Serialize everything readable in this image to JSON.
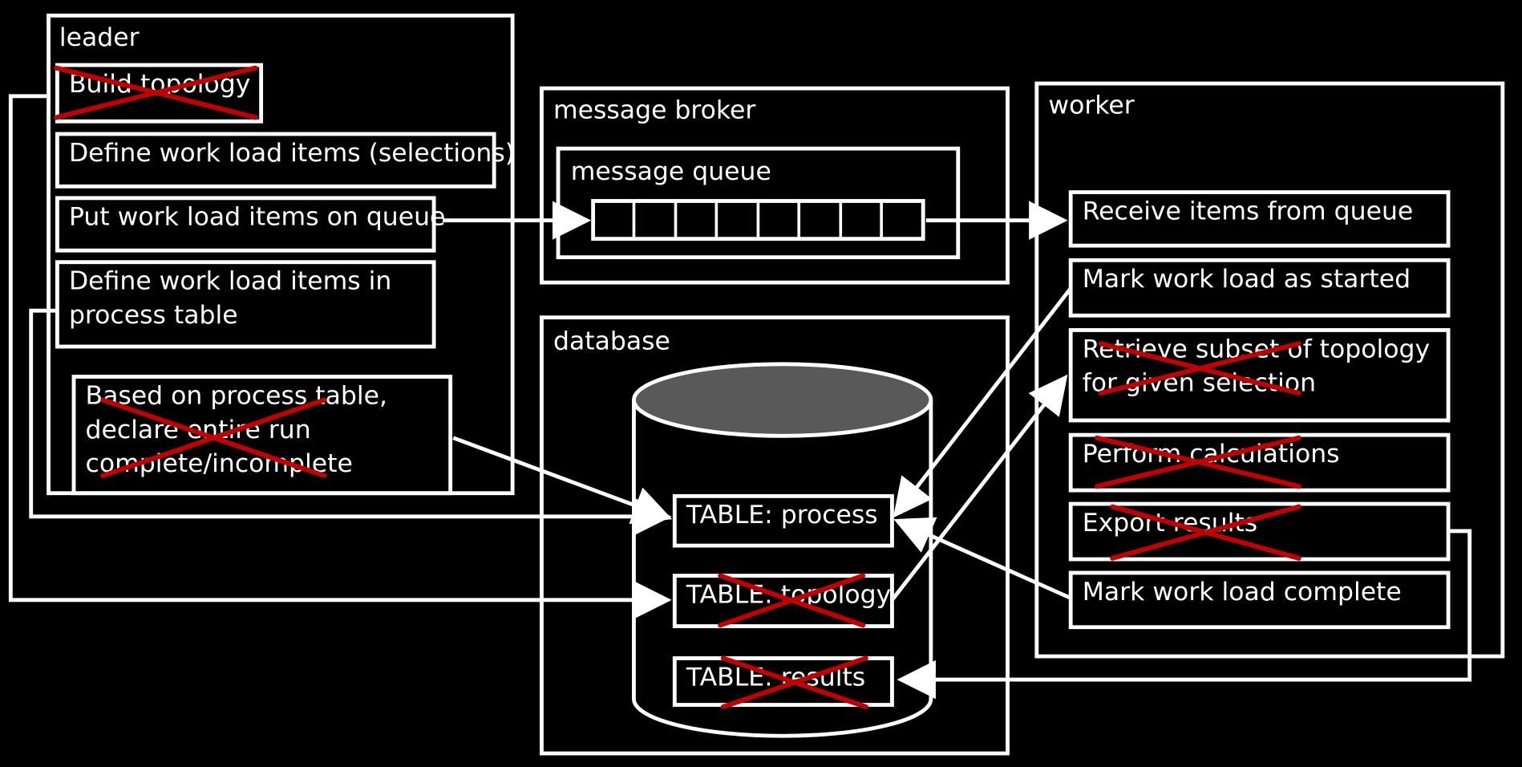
{
  "leader": {
    "title": "leader",
    "items": [
      "Build topology",
      "Define work load items (selections)",
      "Put work load items on queue",
      "Define work load items in process table",
      "Based on process table, declare entire run complete/incomplete"
    ],
    "item4_line1": "Define work load items in",
    "item4_line2": "process table",
    "item5_line1": "Based on process table,",
    "item5_line2": "declare entire run",
    "item5_line3": "complete/incomplete"
  },
  "broker": {
    "title": "message broker",
    "queue_title": "message queue",
    "queue_slots": 8
  },
  "database": {
    "title": "database",
    "tables": [
      "TABLE: process",
      "TABLE: topology",
      "TABLE: results"
    ]
  },
  "worker": {
    "title": "worker",
    "items": [
      "Receive items from queue",
      "Mark work load as started",
      "Retrieve subset of topology for given selection",
      "Perform calculations",
      "Export results",
      "Mark work load complete"
    ],
    "item3_line1": "Retrieve subset of topology",
    "item3_line2": "for given selection"
  },
  "crossed_out": [
    "Build topology",
    "Based on process table, declare entire run complete/incomplete",
    "Retrieve subset of topology for given selection",
    "Perform calculations",
    "Export results",
    "TABLE: topology",
    "TABLE: results"
  ],
  "colors": {
    "background": "#000000",
    "stroke": "#ffffff",
    "cross": "#c00000",
    "cylinder_top": "#595959"
  }
}
